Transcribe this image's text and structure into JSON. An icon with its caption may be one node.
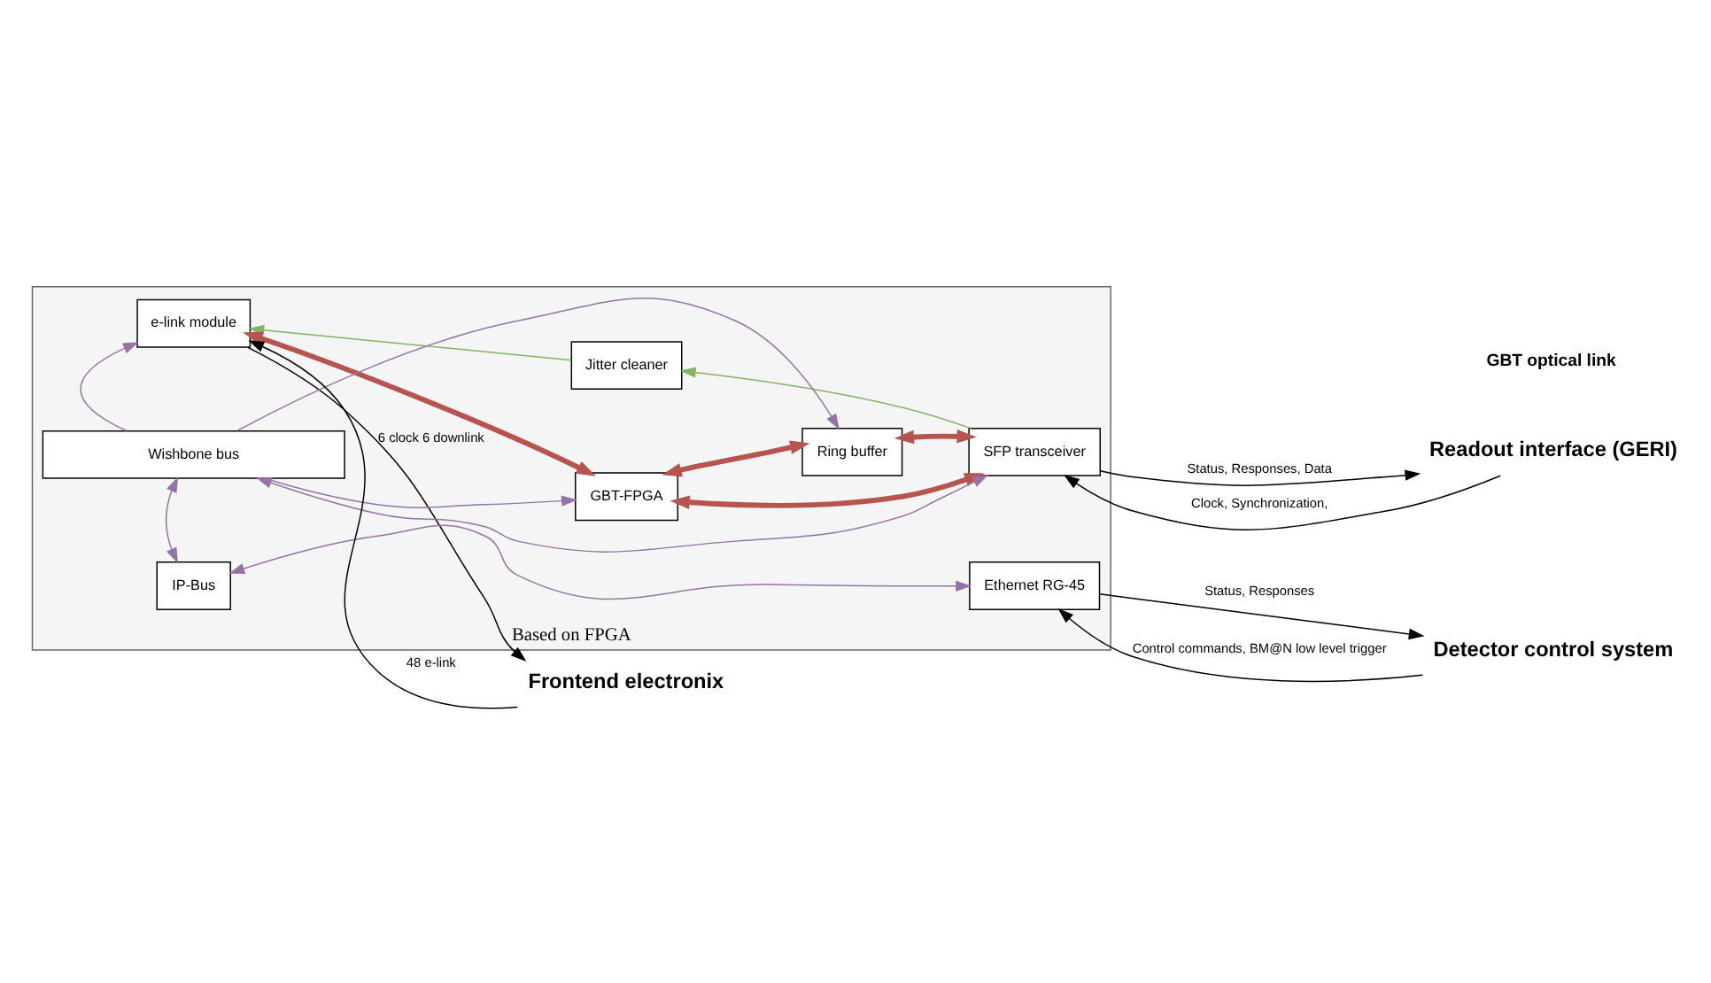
{
  "diagram": {
    "nodes": [
      {
        "text": [
          "Based on FPGA"
        ]
      },
      {
        "text": [
          "Jitter cleaner"
        ],
        "in": 0
      },
      {
        "text": [
          "e-link module"
        ],
        "in": 0
      },
      {
        "text": [
          "SFP transceiver"
        ],
        "in": 0
      },
      {
        "text": [
          "GBT-FPGA"
        ],
        "in": 0
      },
      {
        "text": [
          "Ring buffer"
        ],
        "in": 0
      },
      {
        "text": [
          "Wishbone bus"
        ],
        "in": 0
      },
      {
        "text": [
          "IP-Bus"
        ],
        "in": 0
      },
      {
        "text": [
          "Ethernet RG-45"
        ],
        "in": 0
      },
      {
        "text": [
          "Frontend electronix"
        ]
      },
      {
        "text": [
          "Readout interface (GERI)"
        ]
      },
      {
        "text": [
          "Detector control system"
        ]
      }
    ],
    "edges": [
      {
        "from": 3,
        "to": 1,
        "arrow": "to",
        "color": "#82b366"
      },
      {
        "from": 1,
        "to": 2,
        "arrow": "to",
        "color": "#82b366"
      },
      {
        "from": 2,
        "to": 4,
        "arrow": "both",
        "style": "thick",
        "color": "#b85450"
      },
      {
        "from": 4,
        "to": 3,
        "arrow": "both",
        "style": "thick",
        "color": "#b85450"
      },
      {
        "from": 4,
        "to": 5,
        "arrow": "both",
        "style": "thick",
        "color": "#b85450"
      },
      {
        "from": 3,
        "to": 5,
        "arrow": "both",
        "style": "thick",
        "color": "#b85450"
      },
      {
        "from": 6,
        "to": 2,
        "arrow": "to",
        "color": "#9673a6"
      },
      {
        "from": 6,
        "to": 4,
        "arrow": "to",
        "color": "#9673a6"
      },
      {
        "from": 6,
        "to": 5,
        "arrow": "to",
        "color": "#9673a6"
      },
      {
        "from": 6,
        "to": 3,
        "arrow": "both",
        "color": "#9673a6"
      },
      {
        "from": 6,
        "to": 7,
        "arrow": "both",
        "color": "#9673a6"
      },
      {
        "from": 7,
        "to": 8,
        "arrow": "both",
        "color": "#9673a6"
      },
      {
        "from": 9,
        "to": 2,
        "arrow": "to",
        "label": "48 e-link",
        "color": "#000000"
      },
      {
        "from": 2,
        "to": 9,
        "arrow": "to",
        "label": "6 clock 6 downlink",
        "color": "#000000"
      },
      {
        "from": 3,
        "to": 10,
        "arrow": "to",
        "label": "Status, Responses, Data",
        "color": "#000000"
      },
      {
        "from": 10,
        "to": 3,
        "arrow": "to",
        "label": "Clock, Synchronization,",
        "color": "#000000"
      },
      {
        "from": 8,
        "to": 11,
        "arrow": "to",
        "label": "Status, Responses",
        "color": "#000000"
      },
      {
        "from": 11,
        "to": 8,
        "arrow": "to",
        "label": "Control commands, BM@N low level trigger",
        "color": "#000000"
      }
    ],
    "labels": [
      "GBT optical link"
    ]
  }
}
